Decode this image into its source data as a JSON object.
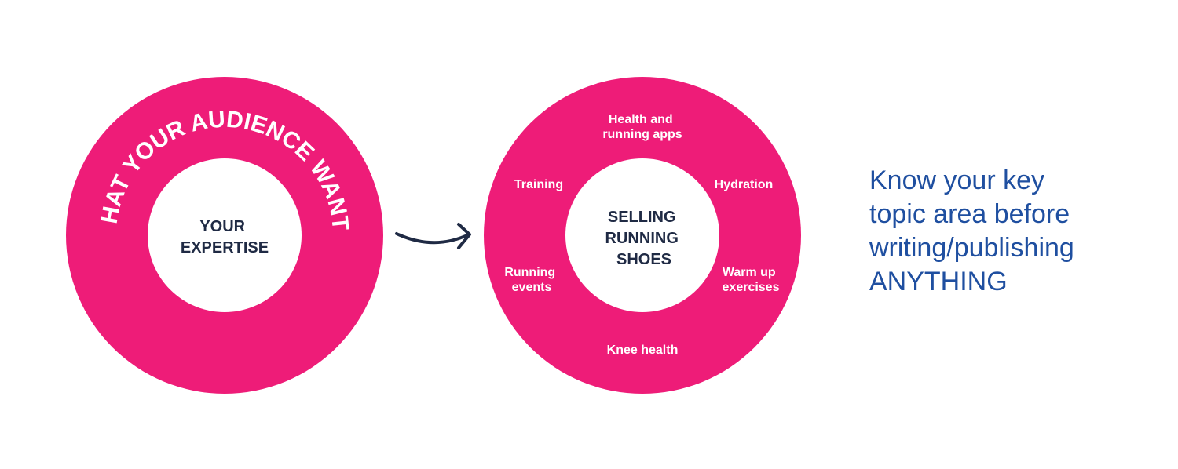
{
  "colors": {
    "ring": "#ee1c78",
    "center_fill": "#ffffff",
    "dark_text": "#1f2a44",
    "ring_text": "#ffffff",
    "arrow": "#1f2a44",
    "tagline": "#1f4fa0"
  },
  "left_circle": {
    "ring_label": "WHAT YOUR AUDIENCE WANTS",
    "center_lines": [
      "YOUR",
      "EXPERTISE"
    ]
  },
  "arrow_icon": "curved-arrow-right-icon",
  "right_circle": {
    "center_lines": [
      "SELLING",
      "RUNNING",
      "SHOES"
    ],
    "topics": {
      "health_apps": [
        "Health and",
        "running apps"
      ],
      "training": [
        "Training"
      ],
      "hydration": [
        "Hydration"
      ],
      "running_events": [
        "Running",
        "events"
      ],
      "warm_up": [
        "Warm up",
        "exercises"
      ],
      "knee_health": [
        "Knee health"
      ]
    }
  },
  "tagline_lines": [
    "Know your key",
    "topic area before",
    "writing/publishing",
    "ANYTHING"
  ]
}
